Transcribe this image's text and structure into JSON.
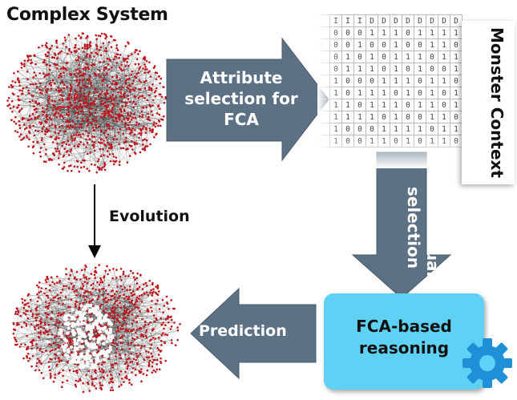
{
  "title": "Complex System",
  "evolution_label": "Evolution",
  "attribute_selection_label": "Attribute selection for FCA",
  "contextual_selection_label": "Contextual selection",
  "monster_context_label": "Monster Context",
  "fca_reasoning_label": "FCA-based reasoning",
  "prediction_label": "Prediction",
  "matrix": {
    "headers": [
      "I",
      "I",
      "I",
      "D",
      "D",
      "D",
      "D",
      "D",
      "D",
      "D",
      "D"
    ],
    "rows": [
      [
        "0",
        "0",
        "0",
        "1",
        "1",
        "1",
        "0",
        "1",
        "1",
        "1",
        "1"
      ],
      [
        "0",
        "0",
        "1",
        "0",
        "0",
        "1",
        "0",
        "0",
        "1",
        "1",
        "0"
      ],
      [
        "0",
        "1",
        "0",
        "1",
        "0",
        "1",
        "1",
        "1",
        "0",
        "1",
        "1"
      ],
      [
        "0",
        "1",
        "1",
        "1",
        "0",
        "1",
        "0",
        "1",
        "0",
        "0",
        "1"
      ],
      [
        "1",
        "0",
        "0",
        "0",
        "1",
        "1",
        "1",
        "0",
        "1",
        "1",
        "0"
      ],
      [
        "1",
        "0",
        "1",
        "1",
        "1",
        "0",
        "1",
        "0",
        "1",
        "0",
        "1"
      ],
      [
        "1",
        "1",
        "0",
        "1",
        "1",
        "1",
        "0",
        "1",
        "1",
        "0",
        "1"
      ],
      [
        "1",
        "1",
        "1",
        "1",
        "0",
        "1",
        "0",
        "0",
        "1",
        "1",
        "0"
      ],
      [
        "1",
        "0",
        "0",
        "0",
        "1",
        "1",
        "1",
        "1",
        "0",
        "1",
        "1"
      ],
      [
        "1",
        "0",
        "0",
        "1",
        "1",
        "0",
        "1",
        "0",
        "1",
        "1",
        "0"
      ]
    ]
  },
  "colors": {
    "arrow": "#5d7184",
    "node": "#c0141c",
    "edge": "#333333",
    "box": "#5fd1f4",
    "gear": "#1e90d8"
  },
  "icons": [
    "gear-icon"
  ]
}
